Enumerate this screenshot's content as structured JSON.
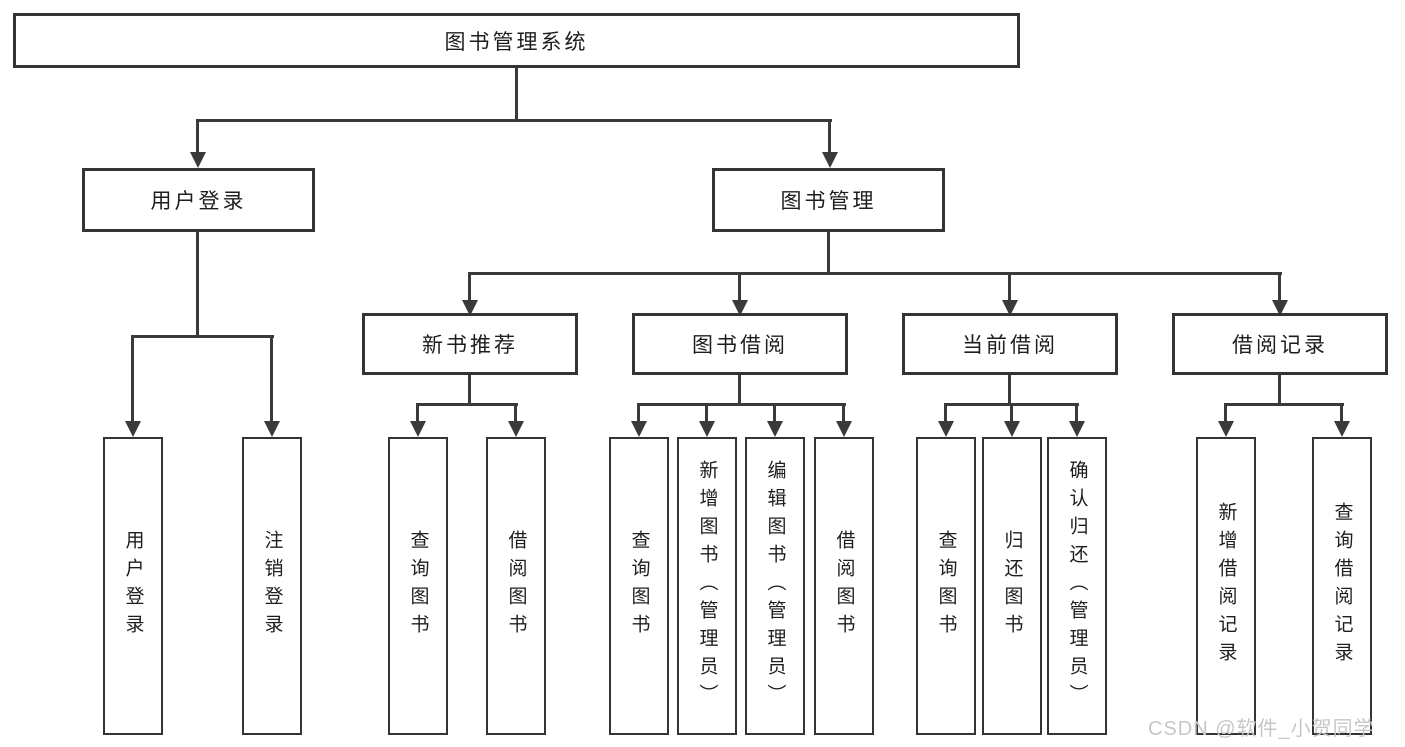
{
  "diagram_type": "hierarchy-tree",
  "colors": {
    "line": "#3a3a3a",
    "box_border": "#343434",
    "text": "#1e1e1e",
    "watermark_text": "#c7c7c7",
    "background": "#ffffff"
  },
  "tree": {
    "label": "图书管理系统",
    "children": [
      {
        "label": "用户登录",
        "children": [
          {
            "label": "用户登录"
          },
          {
            "label": "注销登录"
          }
        ]
      },
      {
        "label": "图书管理",
        "children": [
          {
            "label": "新书推荐",
            "children": [
              {
                "label": "查询图书"
              },
              {
                "label": "借阅图书"
              }
            ]
          },
          {
            "label": "图书借阅",
            "children": [
              {
                "label": "查询图书"
              },
              {
                "label": "新增图书（管理员）"
              },
              {
                "label": "编辑图书（管理员）"
              },
              {
                "label": "借阅图书"
              }
            ]
          },
          {
            "label": "当前借阅",
            "children": [
              {
                "label": "查询图书"
              },
              {
                "label": "归还图书"
              },
              {
                "label": "确认归还（管理员）"
              }
            ]
          },
          {
            "label": "借阅记录",
            "children": [
              {
                "label": "新增借阅记录"
              },
              {
                "label": "查询借阅记录"
              }
            ]
          }
        ]
      }
    ]
  },
  "watermark": {
    "text": "CSDN @软件_小贺同学"
  }
}
